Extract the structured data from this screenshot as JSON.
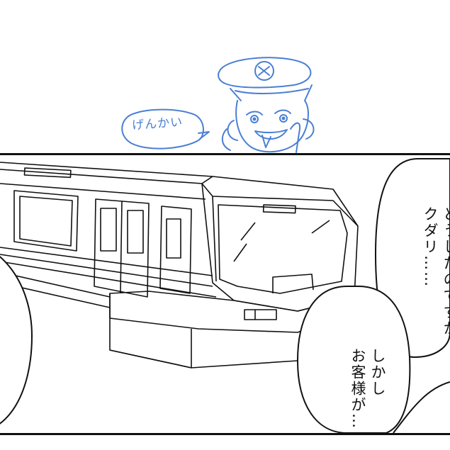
{
  "sketch": {
    "speech": "げんかい"
  },
  "panel": {
    "bubble_right": {
      "lines": [
        "どうしたのですか",
        "クダリ……"
      ]
    },
    "bubble_center": {
      "lines": [
        "しかし",
        "お客様が…"
      ]
    }
  },
  "colors": {
    "sketch_blue": "#4a7fd4",
    "ink": "#111111",
    "background": "#ffffff"
  }
}
